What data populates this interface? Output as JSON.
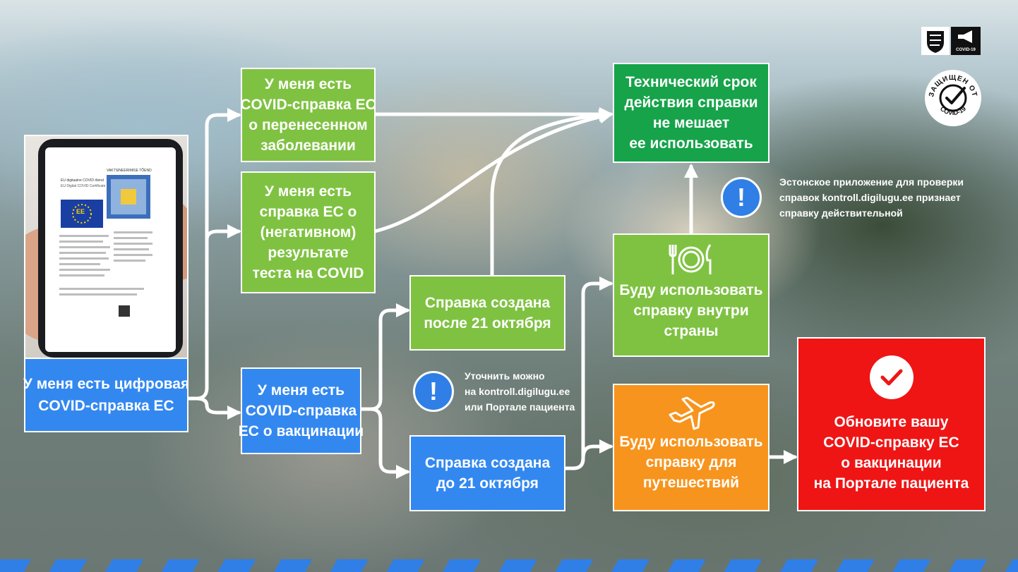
{
  "boxes": {
    "digital_cert": [
      "У меня есть цифровая",
      "COVID-справка ЕС"
    ],
    "recovered": [
      "У меня есть",
      "COVID-справка ЕС",
      "о перенесенном",
      "заболевании"
    ],
    "negative_test": [
      "У меня есть",
      "справка ЕС о",
      "(негативном)",
      "результате",
      "теста на COVID"
    ],
    "vaccination": [
      "У меня есть",
      "COVID-справка",
      "ЕС о вакцинации"
    ],
    "after_oct21": [
      "Справка создана",
      "после 21 октября"
    ],
    "before_oct21": [
      "Справка создана",
      "до 21 октября"
    ],
    "validity_ok": [
      "Технический срок",
      "действия справки",
      "не мешает",
      "ее использовать"
    ],
    "domestic": [
      "Буду использовать",
      "справку внутри",
      "страны"
    ],
    "travel": [
      "Буду использовать",
      "справку для",
      "путешествий"
    ],
    "update": [
      "Обновите вашу",
      "COVID-справку ЕС",
      "о вакцинации",
      "на Портале пациента"
    ]
  },
  "notes": {
    "app_note": [
      "Эстонское приложение для проверки",
      "справок kontroll.digilugu.ee признает",
      "справку действительной"
    ],
    "check_note": [
      "Уточнить можно",
      "на kontroll.digilugu.ee",
      "или Портале пациента"
    ],
    "exclamation": "!"
  },
  "phone": {
    "cert_header": "EU digitaalne COVID tõend",
    "cert_sub": "EU Digital COVID Certificate",
    "flag_label": "EE",
    "cert_title": "VAKTSINEERIMISE TÕEND"
  },
  "logos": {
    "covid_logo_text": "COVID-19",
    "badge_top": "ЗАЩИЩЕН ОТ",
    "badge_bottom": "COVID-19"
  },
  "colors": {
    "green": "#7fc242",
    "dark_green": "#16a34a",
    "blue": "#3388f0",
    "orange": "#f7941d",
    "red": "#ef1515",
    "connector": "#ffffff"
  },
  "icons": [
    "cutlery-plate-icon",
    "airplane-icon",
    "checkmark-circle-icon",
    "exclamation-icon",
    "estonia-coat-of-arms-icon",
    "megaphone-icon"
  ]
}
